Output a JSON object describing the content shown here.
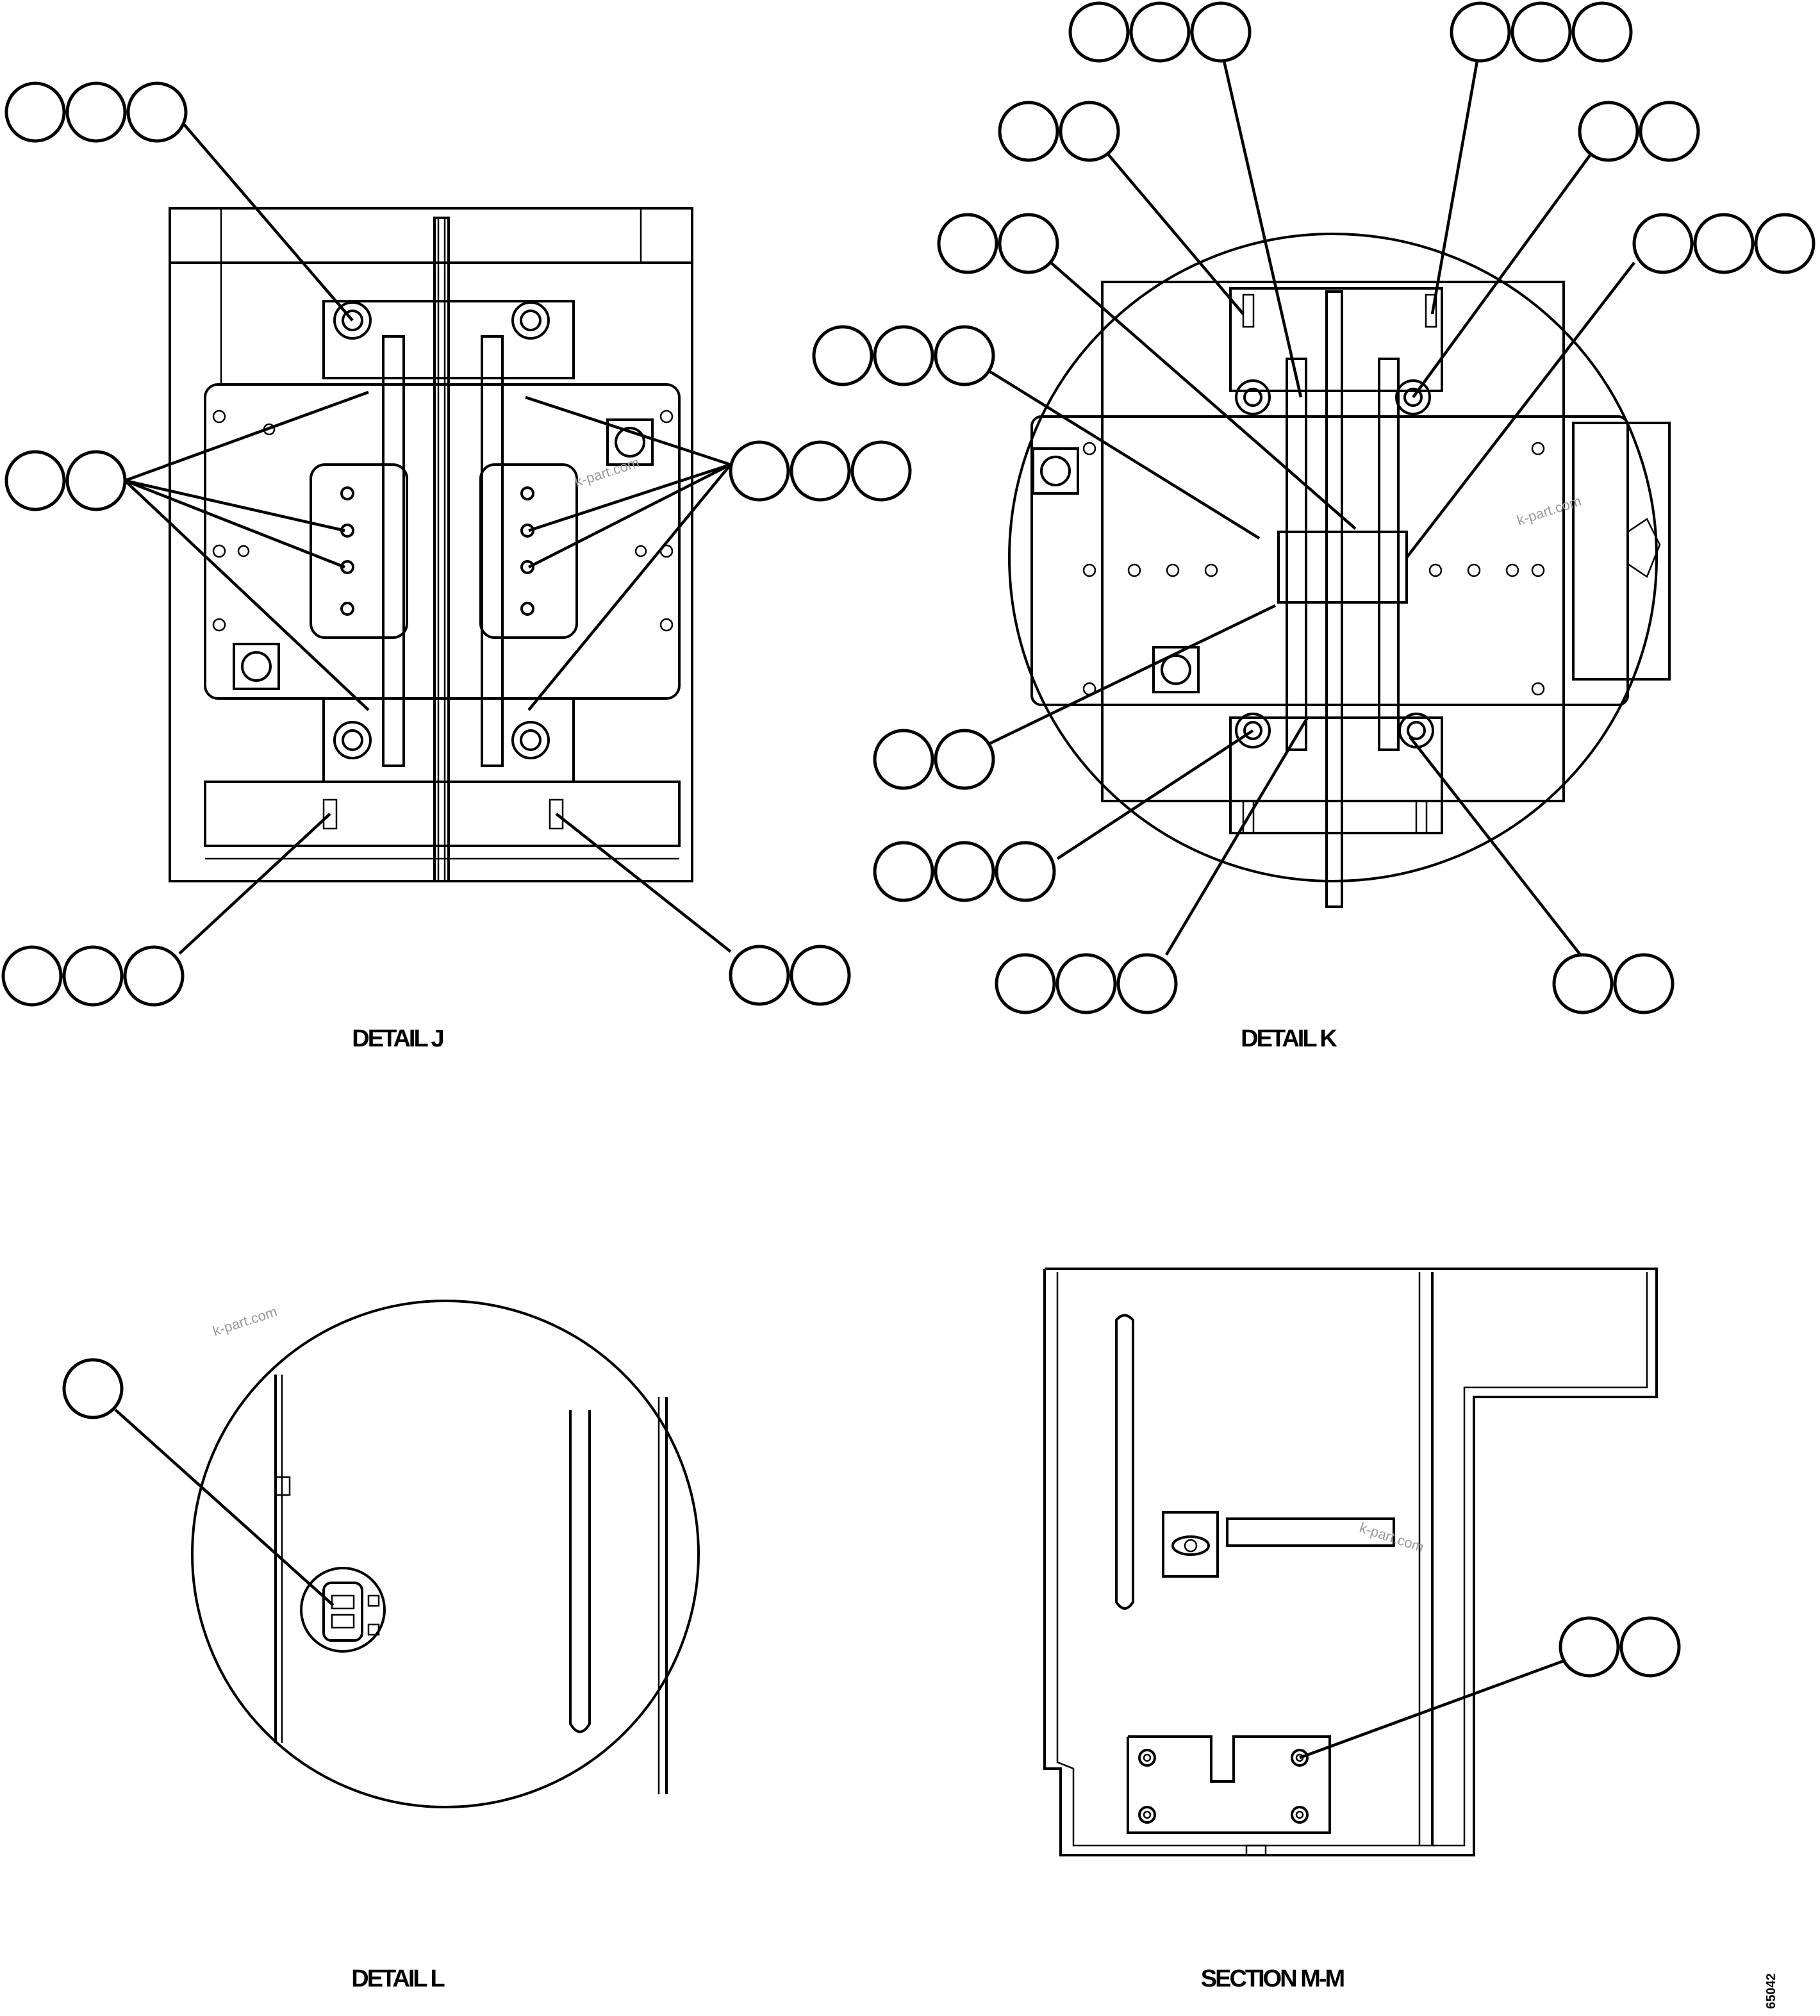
{
  "captions": {
    "detail_j": "DETAIL J",
    "detail_k": "DETAIL K",
    "detail_l": "DETAIL L",
    "section_mm": "SECTION M-M"
  },
  "watermarks": {
    "wm1": "k-part.com",
    "wm2": "k-part.com",
    "wm3": "k-part.com",
    "wm4": "k-part.com"
  },
  "drawing_code": "65042"
}
